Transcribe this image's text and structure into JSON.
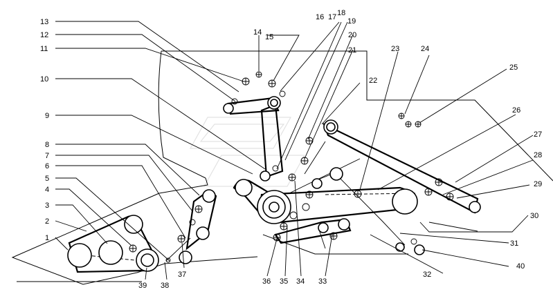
{
  "diagram": {
    "callouts": [
      "1",
      "2",
      "3",
      "4",
      "5",
      "6",
      "7",
      "8",
      "9",
      "10",
      "11",
      "12",
      "13",
      "14",
      "15",
      "16",
      "17",
      "18",
      "19",
      "20",
      "21",
      "22",
      "23",
      "24",
      "25",
      "26",
      "27",
      "28",
      "29",
      "30",
      "31",
      "32",
      "33",
      "34",
      "35",
      "36",
      "37",
      "38",
      "39",
      "40"
    ]
  }
}
